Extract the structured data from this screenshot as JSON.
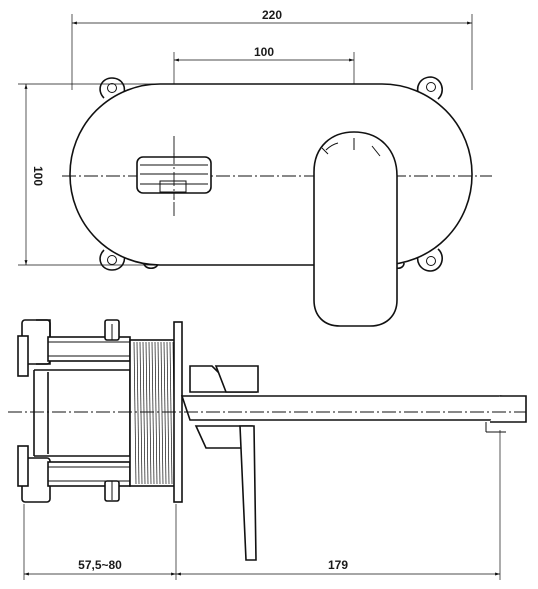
{
  "dimensions": {
    "top_overall_width": "220",
    "top_center_spacing": "100",
    "top_height": "100",
    "side_wall_depth": "57,5~80",
    "side_spout_length": "179"
  },
  "colors": {
    "line": "#111111",
    "background": "#ffffff"
  }
}
